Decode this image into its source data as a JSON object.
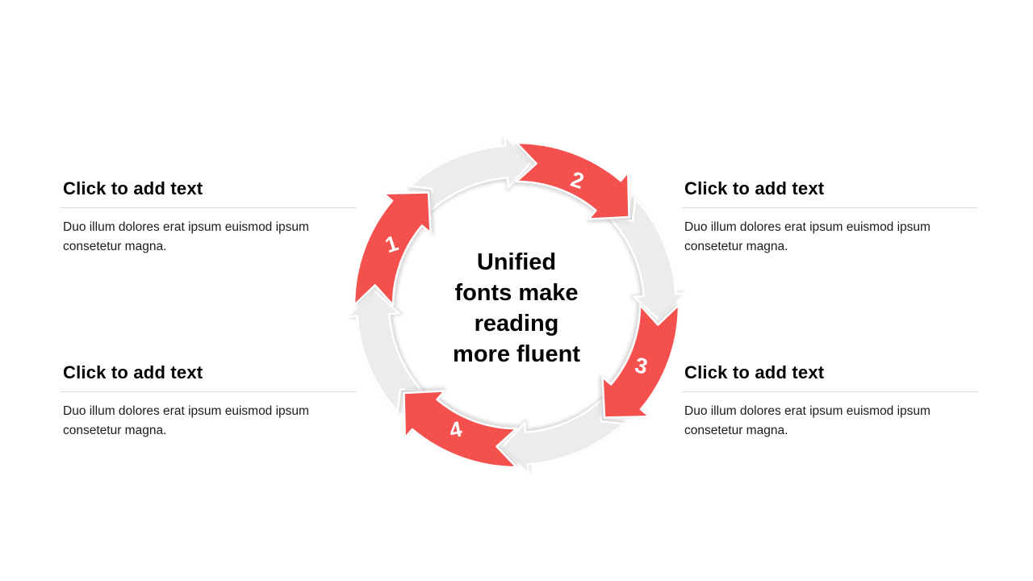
{
  "slide": {
    "background_color": "#ffffff",
    "center_title_lines": [
      "Unified",
      "fonts make",
      "reading",
      "more fluent"
    ],
    "cycle": {
      "accent_color": "#f4514e",
      "track_color": "#ebecee",
      "number_color": "#ffffff",
      "steps": [
        {
          "number": "1"
        },
        {
          "number": "2"
        },
        {
          "number": "3"
        },
        {
          "number": "4"
        }
      ]
    },
    "text_blocks": [
      {
        "position": "top-left",
        "heading": "Click to add text",
        "body": "Duo illum dolores erat ipsum euismod ipsum consetetur magna."
      },
      {
        "position": "top-right",
        "heading": "Click to add text",
        "body": "Duo illum dolores erat ipsum euismod ipsum consetetur magna."
      },
      {
        "position": "bottom-left",
        "heading": "Click to add text",
        "body": "Duo illum dolores erat ipsum euismod ipsum consetetur magna."
      },
      {
        "position": "bottom-right",
        "heading": "Click to add text",
        "body": "Duo illum dolores erat ipsum euismod ipsum consetetur magna."
      }
    ]
  }
}
